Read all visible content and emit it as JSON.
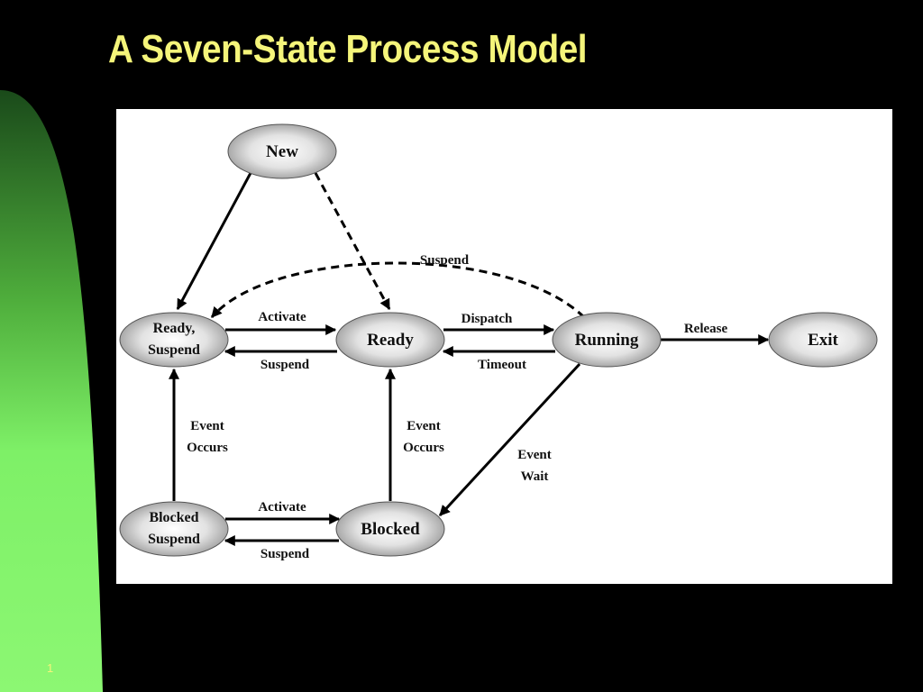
{
  "slide": {
    "title": "A Seven-State Process Model",
    "number": "1"
  },
  "colors": {
    "background": "#000000",
    "title": "#f5f57a",
    "accent_green": "#7ef067",
    "panel": "#ffffff"
  },
  "diagram": {
    "states": {
      "new": "New",
      "ready_suspend_1": "Ready,",
      "ready_suspend_2": "Suspend",
      "ready": "Ready",
      "running": "Running",
      "exit": "Exit",
      "blocked_suspend_1": "Blocked",
      "blocked_suspend_2": "Suspend",
      "blocked": "Blocked"
    },
    "transitions": {
      "running_to_ready_suspend": "Suspend",
      "ready_suspend_to_ready": "Activate",
      "ready_to_ready_suspend": "Suspend",
      "ready_to_running": "Dispatch",
      "running_to_ready": "Timeout",
      "running_to_exit": "Release",
      "blocked_suspend_to_ready_suspend_1": "Event",
      "blocked_suspend_to_ready_suspend_2": "Occurs",
      "blocked_to_ready_1": "Event",
      "blocked_to_ready_2": "Occurs",
      "running_to_blocked_1": "Event",
      "running_to_blocked_2": "Wait",
      "blocked_suspend_to_blocked": "Activate",
      "blocked_to_blocked_suspend": "Suspend"
    }
  }
}
